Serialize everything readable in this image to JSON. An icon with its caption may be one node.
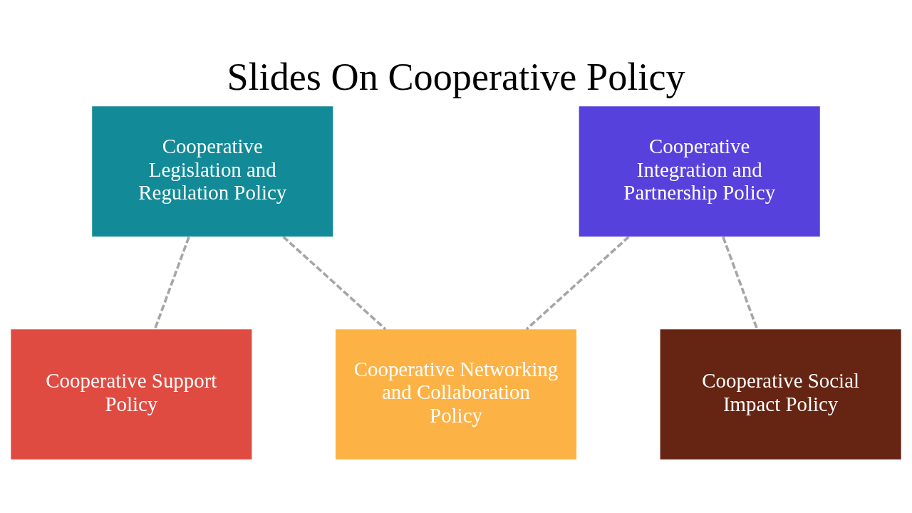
{
  "diagram": {
    "title": "Slides On Cooperative Policy",
    "nodes": [
      {
        "text": [
          "Cooperative Legislation and Regulation Policy"
        ]
      },
      {
        "text": [
          "Cooperative Integration and Partnership Policy"
        ]
      },
      {
        "text": [
          "Cooperative Support Policy"
        ]
      },
      {
        "text": [
          "Cooperative Networking and Collaboration Policy"
        ]
      },
      {
        "text": [
          "Cooperative Social Impact Policy"
        ]
      }
    ],
    "edges": [
      {
        "from": 0,
        "to": 2,
        "arrow": "none",
        "style": "dashed"
      },
      {
        "from": 0,
        "to": 3,
        "arrow": "none",
        "style": "dashed"
      },
      {
        "from": 1,
        "to": 3,
        "arrow": "none",
        "style": "dashed"
      },
      {
        "from": 1,
        "to": 4,
        "arrow": "none",
        "style": "dashed"
      }
    ]
  }
}
